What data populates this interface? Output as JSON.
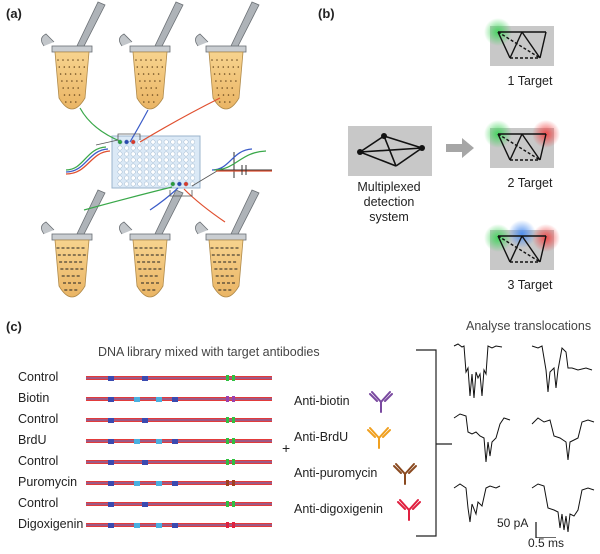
{
  "panel_a": {
    "label": "(a)"
  },
  "panel_b": {
    "label": "(b)",
    "detection_system_label": [
      "Multiplexed",
      "detection",
      "system"
    ],
    "targets": [
      "1 Target",
      "2 Target",
      "3 Target"
    ],
    "colors": {
      "green": "#3fd45a",
      "red": "#f04545",
      "blue": "#4a8cf0",
      "box": "#c8c8c8"
    }
  },
  "panel_c": {
    "label": "(c)",
    "library_title": "DNA library mixed with target antibodies",
    "rows": [
      "Control",
      "Biotin",
      "Control",
      "BrdU",
      "Control",
      "Puromycin",
      "Control",
      "Digoxigenin"
    ],
    "plus": "+",
    "antibodies": [
      {
        "name": "Anti-biotin",
        "color": "#7a4aa0"
      },
      {
        "name": "Anti-BrdU",
        "color": "#f0a020"
      },
      {
        "name": "Anti-puromycin",
        "color": "#8a4a20"
      },
      {
        "name": "Anti-digoxigenin",
        "color": "#e02040"
      }
    ],
    "traces_title": "Analyse translocations",
    "scale_current": "50 pA",
    "scale_time": "0.5 ms"
  }
}
